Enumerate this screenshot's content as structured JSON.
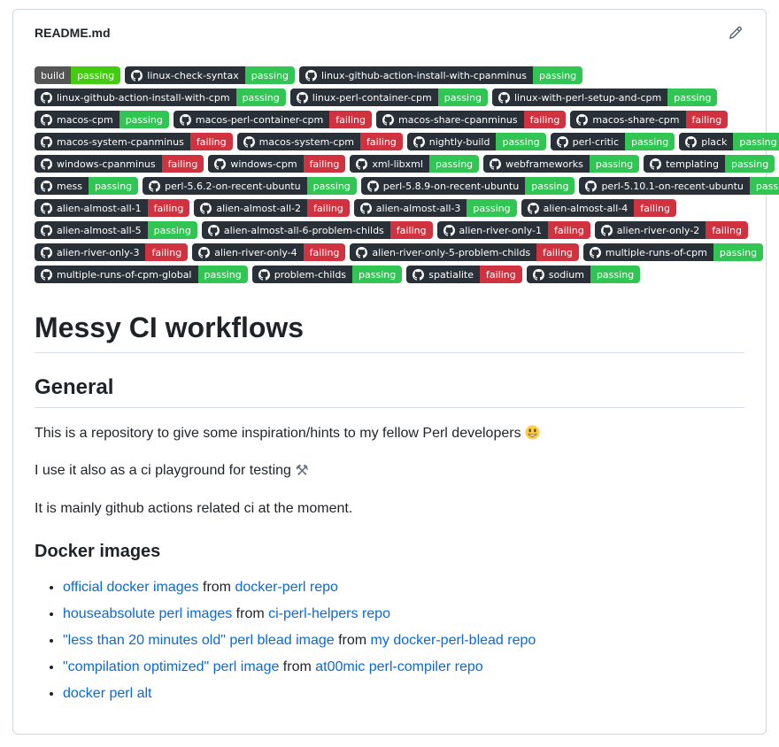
{
  "header": {
    "title": "README.md",
    "edit_icon": "pencil-icon"
  },
  "colors": {
    "github_label_bg": "#2a3037",
    "plain_label_bg": "#555555",
    "github_passing": "#31c653",
    "plain_passing": "#44cc11",
    "failing": "#d0333f",
    "link": "#0969da",
    "border": "#d0d7de",
    "text": "#1f2328"
  },
  "badge_rows": [
    [
      {
        "label": "build",
        "status": "passing",
        "github_icon": false
      },
      {
        "label": "linux-check-syntax",
        "status": "passing",
        "github_icon": true
      },
      {
        "label": "linux-github-action-install-with-cpanminus",
        "status": "passing",
        "github_icon": true
      }
    ],
    [
      {
        "label": "linux-github-action-install-with-cpm",
        "status": "passing",
        "github_icon": true
      },
      {
        "label": "linux-perl-container-cpm",
        "status": "passing",
        "github_icon": true
      },
      {
        "label": "linux-with-perl-setup-and-cpm",
        "status": "passing",
        "github_icon": true
      }
    ],
    [
      {
        "label": "macos-cpm",
        "status": "passing",
        "github_icon": true
      },
      {
        "label": "macos-perl-container-cpm",
        "status": "failing",
        "github_icon": true
      },
      {
        "label": "macos-share-cpanminus",
        "status": "failing",
        "github_icon": true
      },
      {
        "label": "macos-share-cpm",
        "status": "failing",
        "github_icon": true
      }
    ],
    [
      {
        "label": "macos-system-cpanminus",
        "status": "failing",
        "github_icon": true
      },
      {
        "label": "macos-system-cpm",
        "status": "failing",
        "github_icon": true
      },
      {
        "label": "nightly-build",
        "status": "passing",
        "github_icon": true
      },
      {
        "label": "perl-critic",
        "status": "passing",
        "github_icon": true
      },
      {
        "label": "plack",
        "status": "passing",
        "github_icon": true
      }
    ],
    [
      {
        "label": "windows-cpanminus",
        "status": "failing",
        "github_icon": true
      },
      {
        "label": "windows-cpm",
        "status": "failing",
        "github_icon": true
      },
      {
        "label": "xml-libxml",
        "status": "passing",
        "github_icon": true
      },
      {
        "label": "webframeworks",
        "status": "passing",
        "github_icon": true
      },
      {
        "label": "templating",
        "status": "passing",
        "github_icon": true
      }
    ],
    [
      {
        "label": "mess",
        "status": "passing",
        "github_icon": true
      },
      {
        "label": "perl-5.6.2-on-recent-ubuntu",
        "status": "passing",
        "github_icon": true
      },
      {
        "label": "perl-5.8.9-on-recent-ubuntu",
        "status": "passing",
        "github_icon": true
      },
      {
        "label": "perl-5.10.1-on-recent-ubuntu",
        "status": "passing",
        "github_icon": true
      }
    ],
    [
      {
        "label": "alien-almost-all-1",
        "status": "failing",
        "github_icon": true
      },
      {
        "label": "alien-almost-all-2",
        "status": "failing",
        "github_icon": true
      },
      {
        "label": "alien-almost-all-3",
        "status": "passing",
        "github_icon": true
      },
      {
        "label": "alien-almost-all-4",
        "status": "failing",
        "github_icon": true
      }
    ],
    [
      {
        "label": "alien-almost-all-5",
        "status": "passing",
        "github_icon": true
      },
      {
        "label": "alien-almost-all-6-problem-childs",
        "status": "failing",
        "github_icon": true
      },
      {
        "label": "alien-river-only-1",
        "status": "failing",
        "github_icon": true
      },
      {
        "label": "alien-river-only-2",
        "status": "failing",
        "github_icon": true
      }
    ],
    [
      {
        "label": "alien-river-only-3",
        "status": "failing",
        "github_icon": true
      },
      {
        "label": "alien-river-only-4",
        "status": "failing",
        "github_icon": true
      },
      {
        "label": "alien-river-only-5-problem-childs",
        "status": "failing",
        "github_icon": true
      },
      {
        "label": "multiple-runs-of-cpm",
        "status": "passing",
        "github_icon": true
      }
    ],
    [
      {
        "label": "multiple-runs-of-cpm-global",
        "status": "passing",
        "github_icon": true
      },
      {
        "label": "problem-childs",
        "status": "passing",
        "github_icon": true
      },
      {
        "label": "spatialite",
        "status": "failing",
        "github_icon": true
      },
      {
        "label": "sodium",
        "status": "passing",
        "github_icon": true
      }
    ]
  ],
  "article": {
    "h1": "Messy CI workflows",
    "h2": "General",
    "paragraphs": [
      {
        "text": "This is a repository to give some inspiration/hints to my fellow Perl developers ",
        "emoji": "smiley-emoji"
      },
      {
        "text": "I use it also as a ci playground for testing ",
        "emoji": "hammer-pick-emoji"
      },
      {
        "text": "It is mainly github actions related ci at the moment.",
        "emoji": null
      }
    ],
    "h3": "Docker images",
    "docker_list": [
      {
        "parts": [
          {
            "t": "official docker images",
            "link": true
          },
          {
            "t": " from ",
            "link": false
          },
          {
            "t": "docker-perl repo",
            "link": true
          }
        ]
      },
      {
        "parts": [
          {
            "t": "houseabsolute perl images",
            "link": true
          },
          {
            "t": " from ",
            "link": false
          },
          {
            "t": "ci-perl-helpers repo",
            "link": true
          }
        ]
      },
      {
        "parts": [
          {
            "t": "\"less than 20 minutes old\" perl blead image",
            "link": true
          },
          {
            "t": " from ",
            "link": false
          },
          {
            "t": "my docker-perl-blead repo",
            "link": true
          }
        ]
      },
      {
        "parts": [
          {
            "t": "\"compilation optimized\" perl image",
            "link": true
          },
          {
            "t": " from ",
            "link": false
          },
          {
            "t": "at00mic perl-compiler repo",
            "link": true
          }
        ]
      },
      {
        "parts": [
          {
            "t": "docker perl alt",
            "link": true
          }
        ]
      }
    ]
  }
}
